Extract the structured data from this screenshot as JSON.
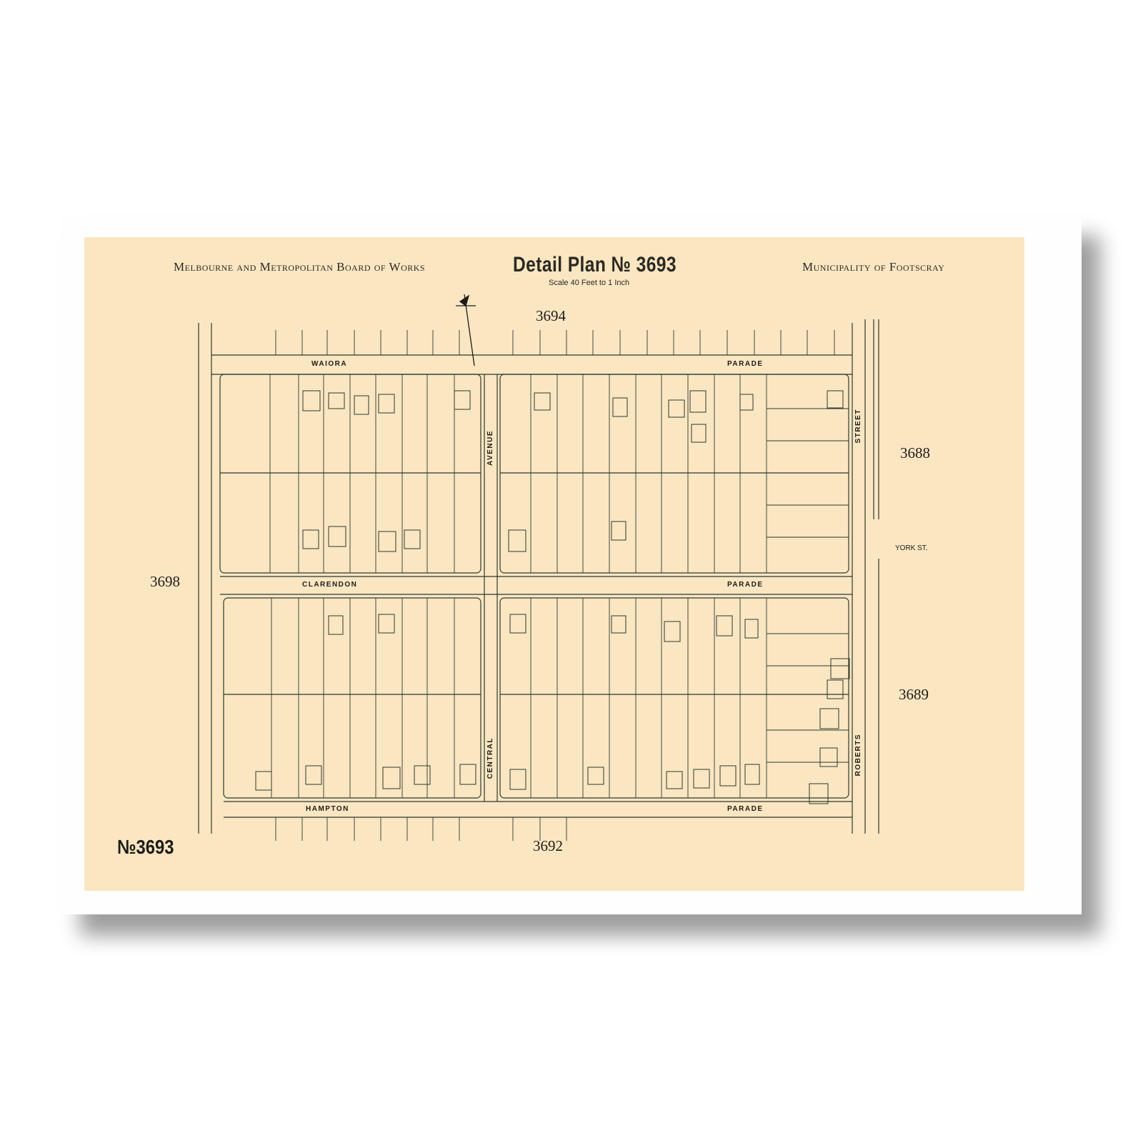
{
  "header": {
    "board": "Melbourne and Metropolitan Board of Works",
    "title": "Detail Plan № 3693",
    "scale": "Scale 40 Feet to 1 Inch",
    "municipality": "Municipality of Footscray"
  },
  "adjacent_sheets": {
    "north": "3694",
    "west": "3698",
    "east_upper": "3688",
    "east_lower": "3689",
    "south": "3692"
  },
  "plan_number": "№3693",
  "streets": {
    "waiora": "WAIORA",
    "waiora_parade": "PARADE",
    "clarendon": "CLARENDON",
    "clarendon_parade": "PARADE",
    "hampton": "HAMPTON",
    "hampton_parade": "PARADE",
    "avenue": "AVENUE",
    "central": "CENTRAL",
    "street": "STREET",
    "roberts": "ROBERTS",
    "york": "YORK  ST."
  },
  "colors": {
    "paper": "#fbe6c2",
    "ink": "#2b3a2e"
  }
}
